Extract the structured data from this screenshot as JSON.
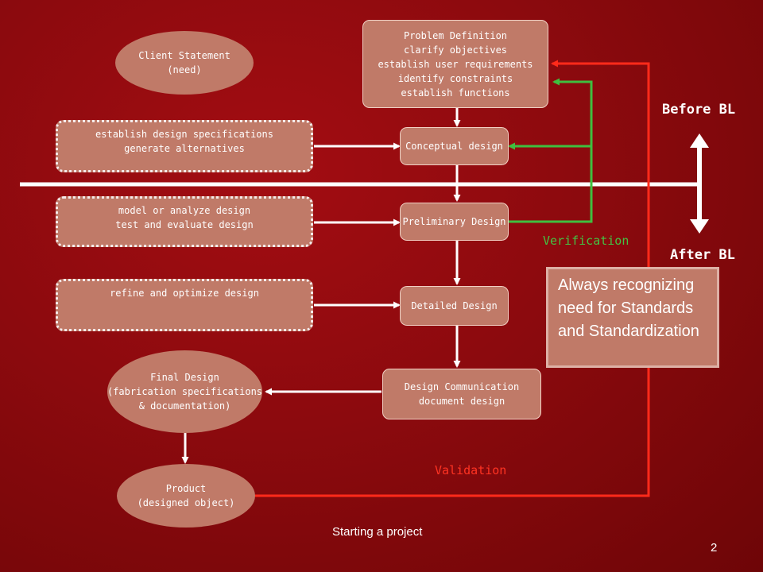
{
  "nodes": {
    "client_statement": {
      "lines": [
        "Client Statement",
        "(need)"
      ]
    },
    "problem_definition": {
      "lines": [
        "Problem Definition",
        "clarify objectives",
        "establish user requirements",
        "identify constraints",
        "establish functions"
      ]
    },
    "specs_alternatives": {
      "lines": [
        "establish design specifications",
        "generate alternatives"
      ]
    },
    "conceptual_design": {
      "lines": [
        "Conceptual design"
      ]
    },
    "model_analyze": {
      "lines": [
        "model or analyze design",
        "test and evaluate design"
      ]
    },
    "preliminary_design": {
      "lines": [
        "Preliminary Design"
      ]
    },
    "refine_optimize": {
      "lines": [
        "refine and optimize design"
      ]
    },
    "detailed_design": {
      "lines": [
        "Detailed Design"
      ]
    },
    "final_design": {
      "lines": [
        "Final Design",
        "(fabrication specifications",
        "& documentation)"
      ]
    },
    "design_communication": {
      "lines": [
        "Design Communication",
        "document design"
      ]
    },
    "product": {
      "lines": [
        "Product",
        "(designed object)"
      ]
    }
  },
  "labels": {
    "verification": "Verification",
    "validation": "Validation",
    "before_bl": "Before BL",
    "after_bl": "After BL"
  },
  "standards_note": "Always recognizing need for Standards and Standardization",
  "footer": {
    "title": "Starting a project",
    "page_number": "2"
  },
  "colors": {
    "background": "#8c0a0e",
    "node_fill": "#c07a68",
    "verification": "#3fbf3f",
    "validation": "#ff2a1a",
    "connector": "#ffffff"
  }
}
